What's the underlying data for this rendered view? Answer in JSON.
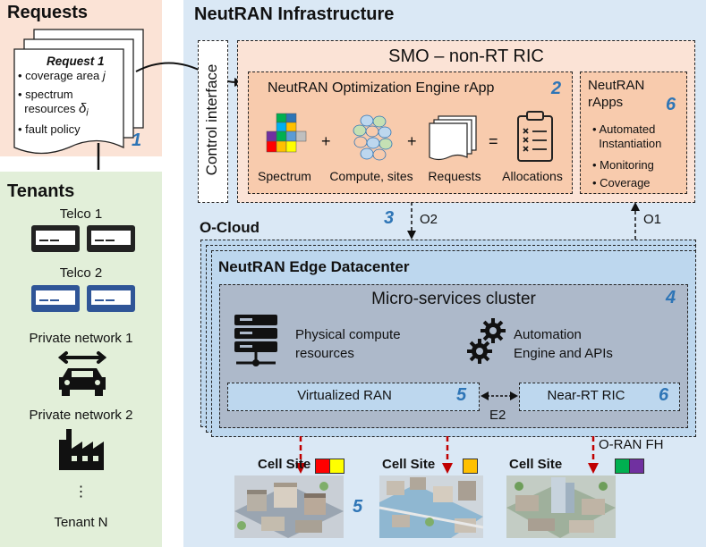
{
  "requests": {
    "title": "Requests",
    "doc_title": "Request 1",
    "items": [
      "coverage area j",
      "spectrum resources δi",
      "fault policy"
    ],
    "item_parts": {
      "coverage_text": "coverage area ",
      "coverage_var": "j",
      "spectrum_line1": "spectrum",
      "spectrum_line2": "resources ",
      "spectrum_var": "δ",
      "spectrum_sub": "i",
      "fault": "fault policy"
    },
    "number": "1"
  },
  "tenants": {
    "title": "Tenants",
    "items": [
      "Telco 1",
      "Telco 2",
      "Private network 1",
      "Private network 2",
      "⋮",
      "Tenant N"
    ]
  },
  "infrastructure": {
    "title": "NeutRAN Infrastructure",
    "control_interface": "Control interface",
    "smo": {
      "title": "SMO – non-RT RIC",
      "engine": {
        "title": "NeutRAN Optimization Engine rApp",
        "number": "2",
        "operators": [
          "+",
          "+",
          "="
        ],
        "labels": [
          "Spectrum",
          "Compute, sites",
          "Requests",
          "Allocations"
        ]
      },
      "rapps": {
        "title_line1": "NeutRAN",
        "title_line2": "rApps",
        "number": "6",
        "items": [
          "Automated Instantiation",
          "Monitoring",
          "Coverage"
        ],
        "item_parts": {
          "a1": "Automated",
          "a2": "Instantiation",
          "b": "Monitoring",
          "c": "Coverage"
        }
      }
    },
    "interfaces": {
      "o2": "O2",
      "o2_number": "3",
      "o1": "O1"
    },
    "ocloud": {
      "title": "O-Cloud",
      "datacenter": "NeutRAN Edge Datacenter",
      "cluster": {
        "title": "Micro-services cluster",
        "number": "4",
        "compute_line1": "Physical compute",
        "compute_line2": "resources",
        "automation_line1": "Automation",
        "automation_line2": "Engine and APIs",
        "vran": "Virtualized RAN",
        "vran_number": "5",
        "nearrt": "Near-RT RIC",
        "nearrt_number": "6",
        "e2": "E2"
      }
    },
    "fronthaul": "O-RAN FH",
    "cell_sites": [
      "Cell Site",
      "Cell Site",
      "Cell Site"
    ],
    "cell_number": "5"
  },
  "colors": {
    "requests_bg": "#fbe3d6",
    "tenants_bg": "#e2efd9",
    "infra_bg": "#dae8f5",
    "smo_bg": "#fbe3d6",
    "engine_bg": "#f8cbad",
    "datacenter_bg": "#bdd7ee",
    "cluster_bg": "#adb9ca",
    "accent_blue": "#2e75b6",
    "arrow_red": "#c00000",
    "spectrum_red": "#ff0000",
    "spectrum_yellow": "#ffc000",
    "spectrum_green": "#00b050",
    "spectrum_purple": "#7030a0"
  }
}
